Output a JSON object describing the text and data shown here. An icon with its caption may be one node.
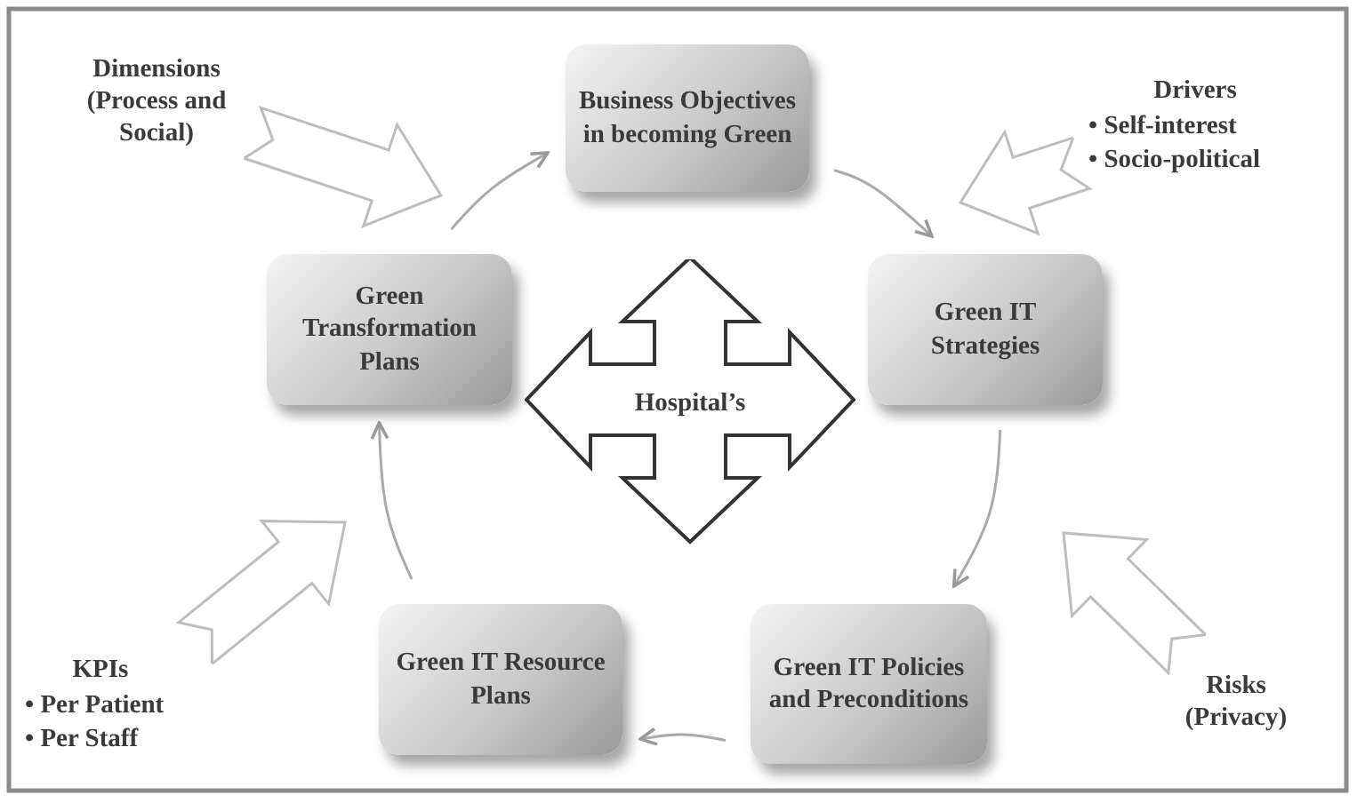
{
  "diagram": {
    "nodes": [
      {
        "text": [
          "Business Objectives in becoming Green"
        ]
      },
      {
        "text": [
          "Green IT Strategies"
        ]
      },
      {
        "text": [
          "Green IT Policies and Preconditions"
        ]
      },
      {
        "text": [
          "Green IT Resource Plans"
        ]
      },
      {
        "text": [
          "Green Transformation Plans"
        ]
      },
      {
        "text": [
          "Hospital’s"
        ]
      },
      {
        "text": [
          "Dimensions (Process and Social)"
        ]
      },
      {
        "text": [
          "Drivers",
          "• Self-interest",
          "• Socio-political"
        ]
      },
      {
        "text": [
          "KPIs",
          "• Per Patient",
          "• Per Staff"
        ]
      },
      {
        "text": [
          "Risks (Privacy)"
        ]
      }
    ],
    "edges": [
      {
        "from": 4,
        "to": 0,
        "arrow": "to"
      },
      {
        "from": 0,
        "to": 1,
        "arrow": "to"
      },
      {
        "from": 1,
        "to": 2,
        "arrow": "to"
      },
      {
        "from": 2,
        "to": 3,
        "arrow": "to"
      },
      {
        "from": 3,
        "to": 4,
        "arrow": "to"
      },
      {
        "from": 6,
        "to": null,
        "arrow": "to",
        "style": "thick"
      },
      {
        "from": 7,
        "to": null,
        "arrow": "to",
        "style": "thick"
      },
      {
        "from": 8,
        "to": null,
        "arrow": "to",
        "style": "thick"
      },
      {
        "from": 9,
        "to": null,
        "arrow": "to",
        "style": "thick"
      }
    ]
  }
}
